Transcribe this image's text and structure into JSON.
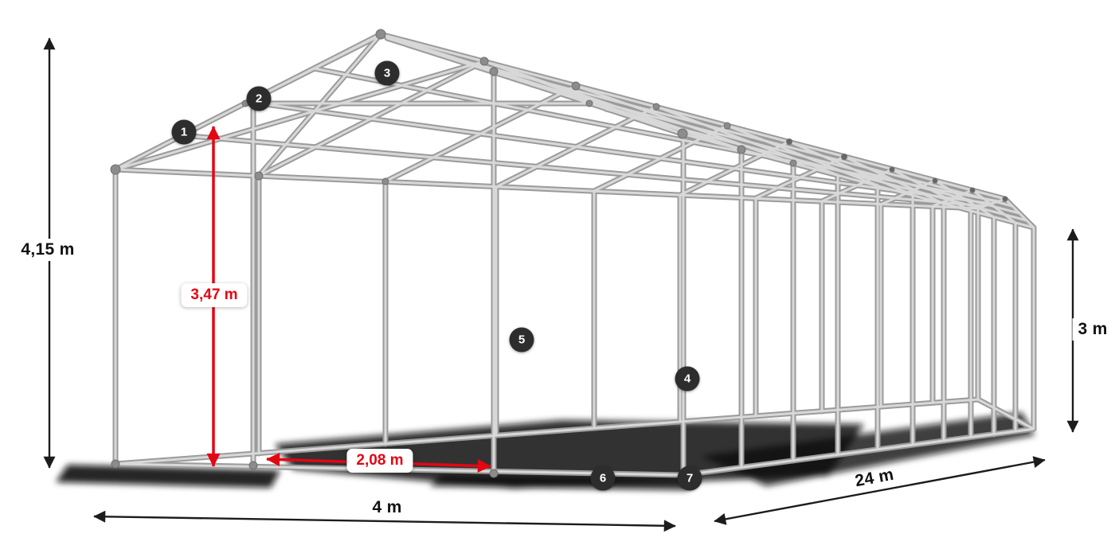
{
  "dimensions": {
    "total_height": "4,15 m",
    "inner_height": "3,47 m",
    "entrance_width": "2,08 m",
    "width": "4 m",
    "length": "24 m",
    "side_height": "3 m"
  },
  "markers": [
    {
      "label": "1"
    },
    {
      "label": "2"
    },
    {
      "label": "3"
    },
    {
      "label": "4"
    },
    {
      "label": "5"
    },
    {
      "label": "6"
    },
    {
      "label": "7"
    }
  ],
  "colors": {
    "accent_red": "#e30613",
    "marker_badge": "#2d2d2d",
    "frame_steel": "#c9c9c9",
    "dimension_arrow": "#1c1c1c"
  }
}
